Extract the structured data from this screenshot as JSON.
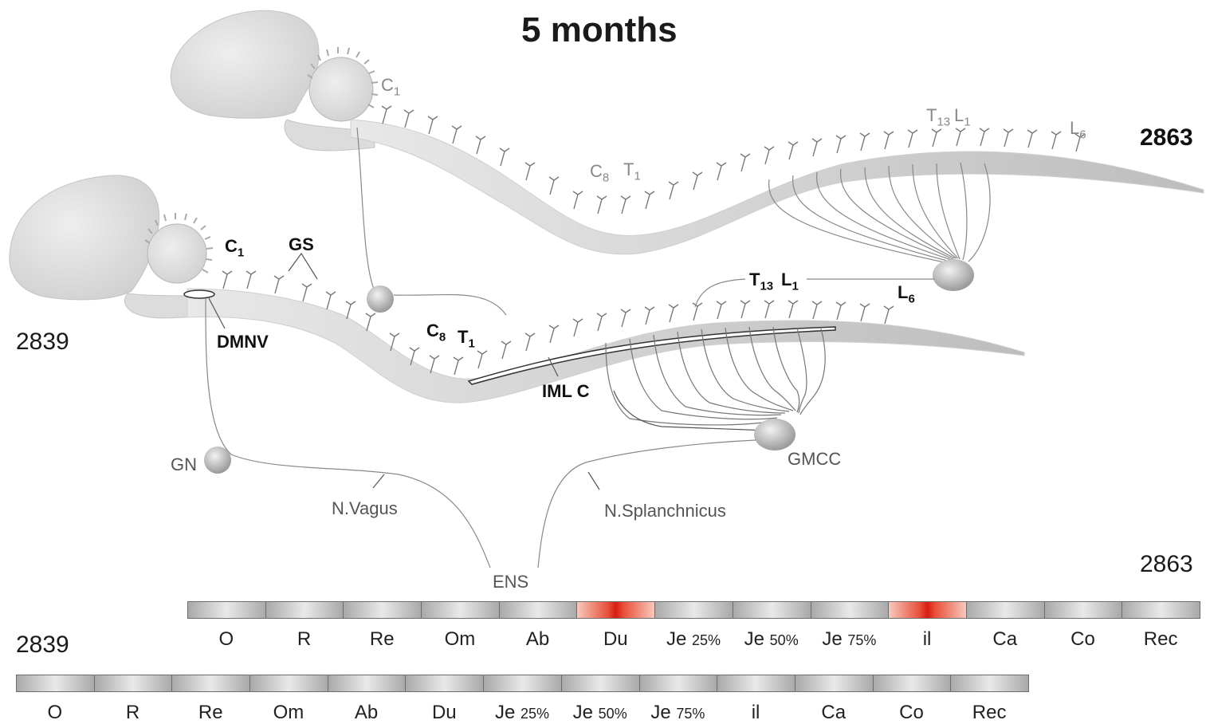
{
  "title": "5 months",
  "animals": {
    "top_id": "2863",
    "bottom_id": "2839",
    "bar_top_id": "2863",
    "bar_bottom_id": "2839"
  },
  "top_labels": {
    "c1": "C",
    "c1_sub": "1",
    "c8": "C",
    "c8_sub": "8",
    "t1": "T",
    "t1_sub": "1",
    "t13": "T",
    "t13_sub": "13",
    "l1": "L",
    "l1_sub": "1",
    "l6": "L",
    "l6_sub": "6"
  },
  "bottom_labels": {
    "c1": "C",
    "c1_sub": "1",
    "gs": "GS",
    "dmnv": "DMNV",
    "c8": "C",
    "c8_sub": "8",
    "t1": "T",
    "t1_sub": "1",
    "imlc": "IML C",
    "t13": "T",
    "t13_sub": "13",
    "l1": "L",
    "l1_sub": "1",
    "l6": "L",
    "l6_sub": "6"
  },
  "ganglia": {
    "gn": "GN",
    "gmcc": "GMCC",
    "vagus": "N.Vagus",
    "splanchnicus": "N.Splanchnicus",
    "ens": "ENS"
  },
  "gut_bar_top": [
    {
      "main": "O",
      "pct": "",
      "highlight": false
    },
    {
      "main": "R",
      "pct": "",
      "highlight": false
    },
    {
      "main": "Re",
      "pct": "",
      "highlight": false
    },
    {
      "main": "Om",
      "pct": "",
      "highlight": false
    },
    {
      "main": "Ab",
      "pct": "",
      "highlight": false
    },
    {
      "main": "Du",
      "pct": "",
      "highlight": true
    },
    {
      "main": "Je ",
      "pct": "25%",
      "highlight": false
    },
    {
      "main": "Je ",
      "pct": "50%",
      "highlight": false
    },
    {
      "main": "Je ",
      "pct": "75%",
      "highlight": false
    },
    {
      "main": "il",
      "pct": "",
      "highlight": true
    },
    {
      "main": "Ca",
      "pct": "",
      "highlight": false
    },
    {
      "main": "Co",
      "pct": "",
      "highlight": false
    },
    {
      "main": "Rec",
      "pct": "",
      "highlight": false
    }
  ],
  "gut_bar_bottom": [
    {
      "main": "O",
      "pct": "",
      "highlight": false
    },
    {
      "main": "R",
      "pct": "",
      "highlight": false
    },
    {
      "main": "Re",
      "pct": "",
      "highlight": false
    },
    {
      "main": "Om",
      "pct": "",
      "highlight": false
    },
    {
      "main": "Ab",
      "pct": "",
      "highlight": false
    },
    {
      "main": "Du",
      "pct": "",
      "highlight": false
    },
    {
      "main": "Je ",
      "pct": "25%",
      "highlight": false
    },
    {
      "main": "Je ",
      "pct": "50%",
      "highlight": false
    },
    {
      "main": "Je ",
      "pct": "75%",
      "highlight": false
    },
    {
      "main": "il",
      "pct": "",
      "highlight": false
    },
    {
      "main": "Ca",
      "pct": "",
      "highlight": false
    },
    {
      "main": "Co",
      "pct": "",
      "highlight": false
    },
    {
      "main": "Rec",
      "pct": "",
      "highlight": false
    }
  ],
  "colors": {
    "body_gray": "#d9d9d9",
    "line_gray": "#8a8a8a",
    "highlight_red": "#d81c10"
  }
}
